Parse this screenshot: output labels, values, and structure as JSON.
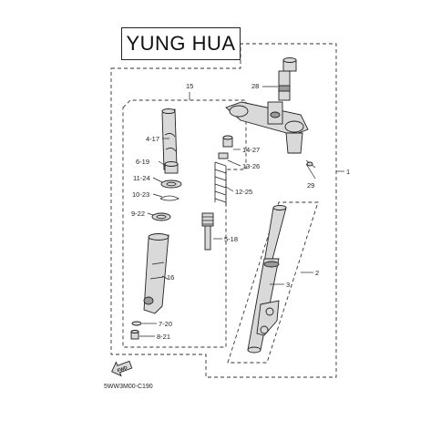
{
  "title": "YUNG HUA",
  "diagram_code": "5WW3M00-C190",
  "fwd_label": "FWD",
  "callouts": {
    "c1": "1",
    "c2": "2",
    "c3": "3",
    "c4_17": "4-17",
    "c5_18": "5-18",
    "c6_19": "6-19",
    "c7_20": "7-20",
    "c8_21": "8-21",
    "c9_22": "9-22",
    "c10_23": "10-23",
    "c11_24": "11-24",
    "c12_25": "12-25",
    "c13_26": "13-26",
    "c14_27": "14-27",
    "c15": "15",
    "c16": "16",
    "c28": "28",
    "c29": "29"
  }
}
